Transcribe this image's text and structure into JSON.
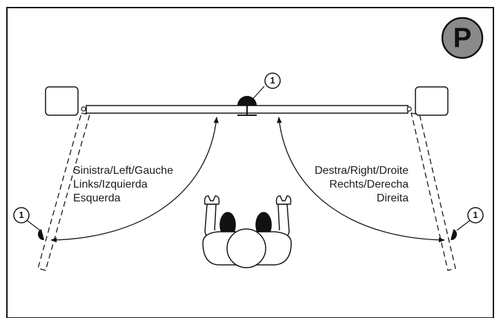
{
  "badge": {
    "letter": "P",
    "color": "#8a8a8a"
  },
  "callout_number": "1",
  "labels": {
    "left": [
      "Sinistra/Left/Gauche",
      "Links/Izquierda",
      "Esquerda"
    ],
    "right": [
      "Destra/Right/Droite",
      "Rechts/Derecha",
      "Direita"
    ]
  },
  "icons": {
    "gate_leaves": "gate-leaf-icon",
    "pillars": "gate-pillar-icon",
    "person": "person-top-view-icon",
    "photocell": "photocell-icon",
    "opening_arc": "opening-arc-icon"
  }
}
